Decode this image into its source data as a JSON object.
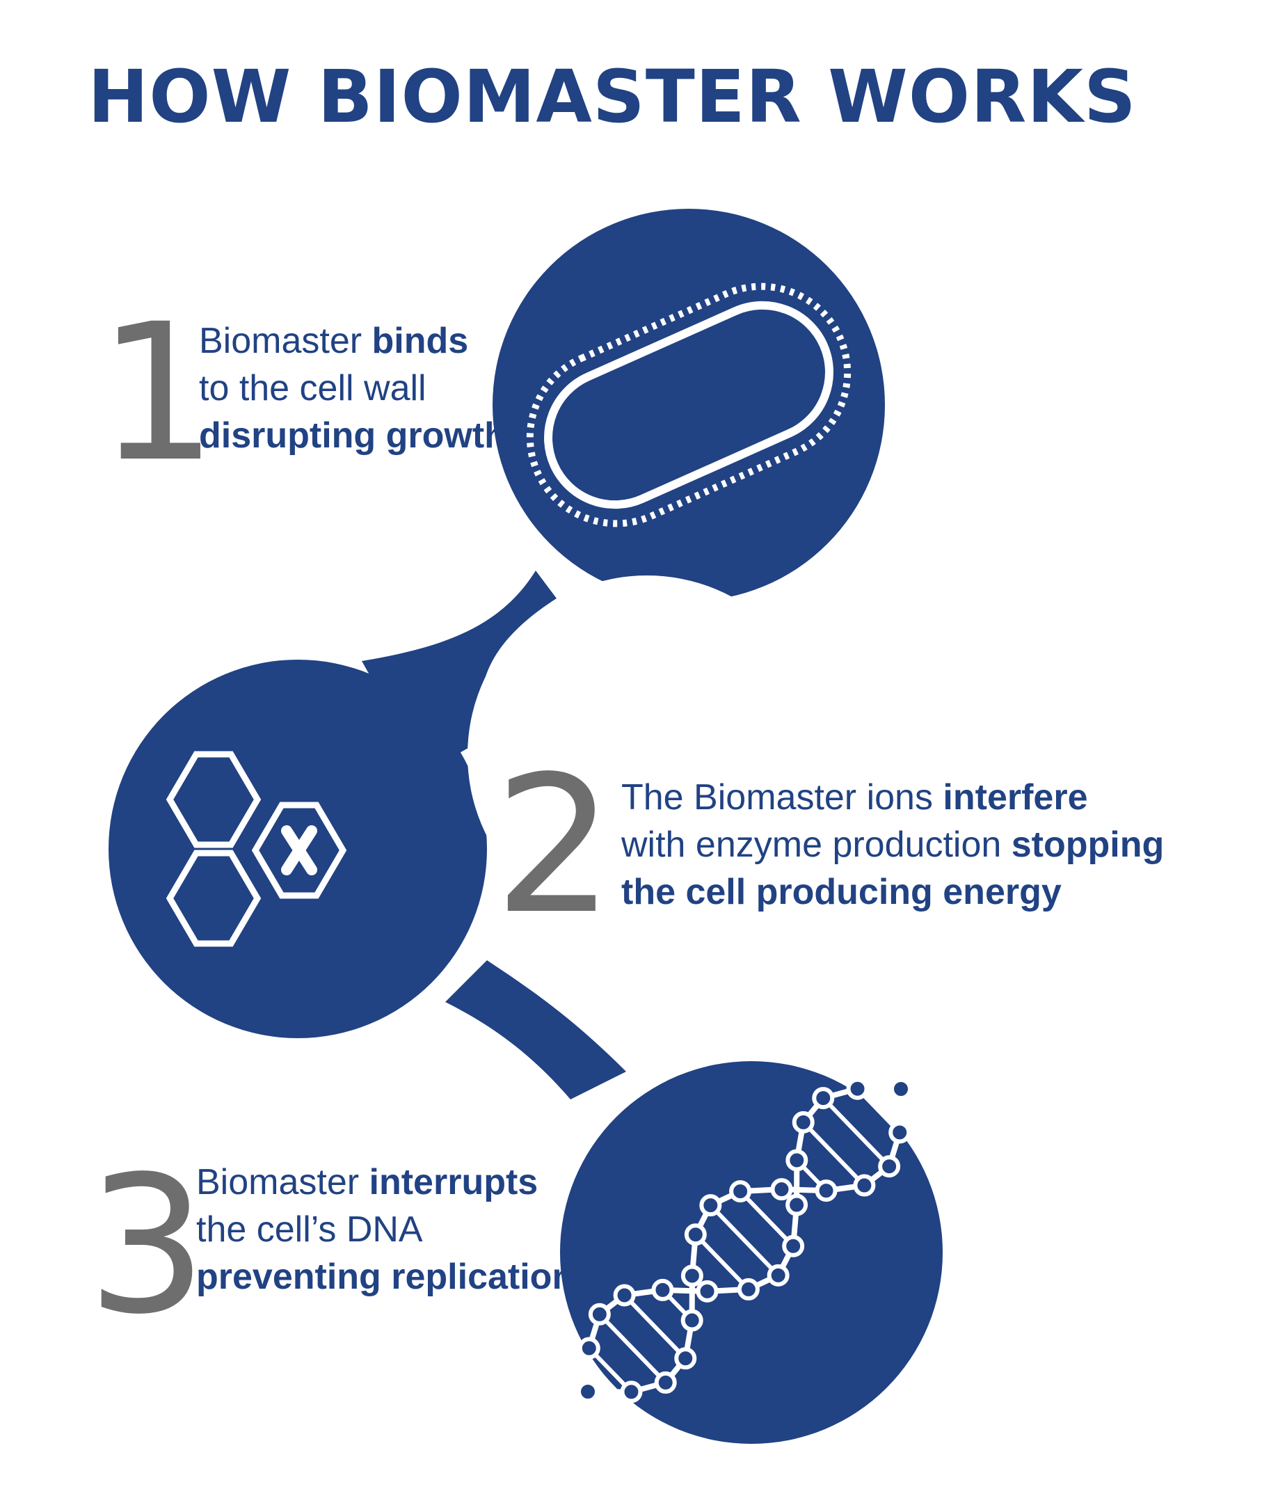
{
  "title": "HOW BIOMASTER WORKS",
  "colors": {
    "brand_blue": "#214283",
    "number_gray": "#6e6e6e",
    "white": "#ffffff"
  },
  "steps": [
    {
      "number": "1",
      "icon": "bacterium-cell-icon",
      "lines": [
        {
          "normal": "Biomaster ",
          "bold": "binds"
        },
        {
          "normal": "to the cell wall",
          "bold": ""
        },
        {
          "normal": "",
          "bold": "disrupting growth"
        }
      ]
    },
    {
      "number": "2",
      "icon": "enzyme-hexagons-icon",
      "lines": [
        {
          "normal": "The Biomaster ions ",
          "bold": "interfere"
        },
        {
          "normal": "with enzyme production ",
          "bold": "stopping"
        },
        {
          "normal": "",
          "bold": "the cell producing energy"
        }
      ]
    },
    {
      "number": "3",
      "icon": "dna-helix-icon",
      "lines": [
        {
          "normal": "Biomaster ",
          "bold": "interrupts"
        },
        {
          "normal": "the cell’s DNA",
          "bold": ""
        },
        {
          "normal": "",
          "bold": "preventing replication"
        }
      ]
    }
  ]
}
